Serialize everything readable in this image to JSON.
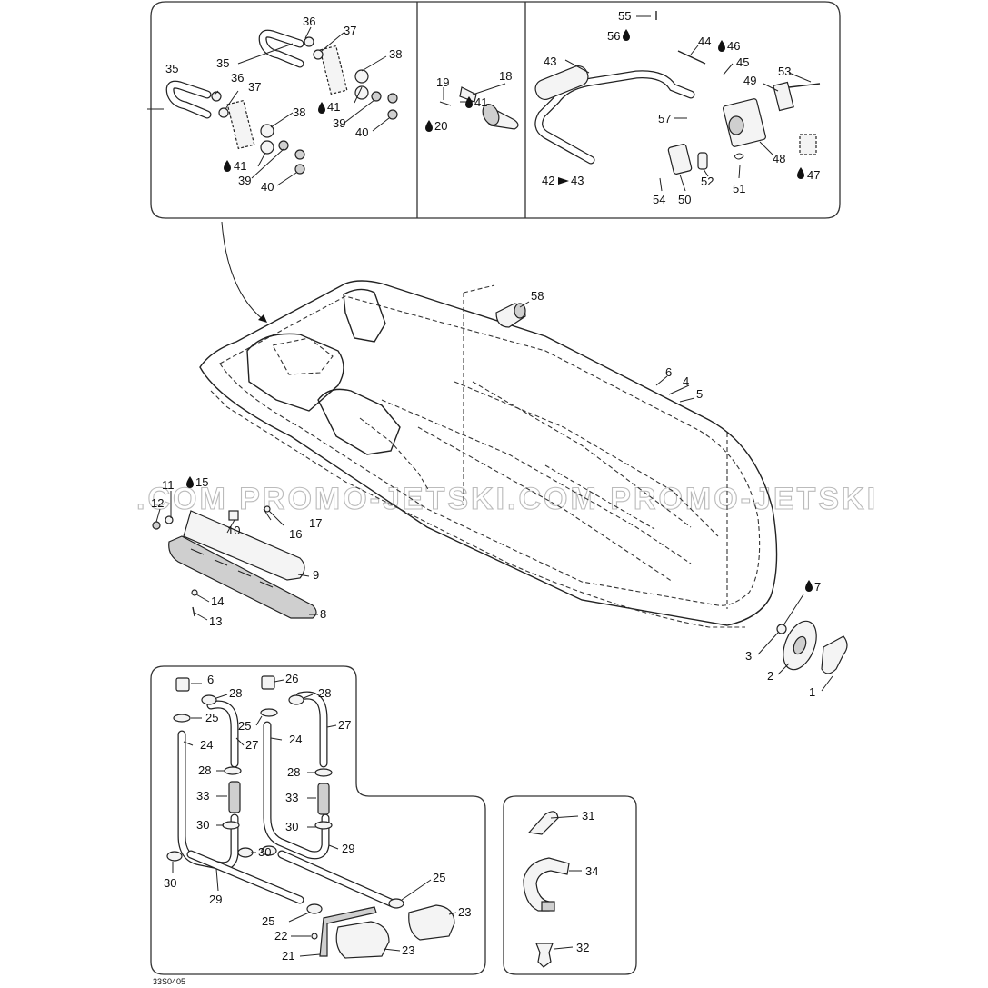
{
  "watermark": ".COM  PROMO-JETSKI.COM  PROMO-JETSKI",
  "drawing_code": "33S0405",
  "top_left_panel": {
    "labels": [
      "35",
      "36",
      "37",
      "38",
      "35",
      "36",
      "37",
      "41",
      "39",
      "40",
      "38",
      "41",
      "39",
      "40"
    ]
  },
  "top_middle_panel": {
    "labels": [
      "19",
      "18",
      "41",
      "20"
    ]
  },
  "top_right_panel": {
    "labels": [
      "55",
      "56",
      "43",
      "44",
      "46",
      "45",
      "53",
      "49",
      "57",
      "48",
      "42",
      "43",
      "54",
      "50",
      "52",
      "51",
      "47"
    ]
  },
  "hull_area": {
    "labels": [
      "58",
      "6",
      "4",
      "5",
      "11",
      "15",
      "12",
      "10",
      "16",
      "17",
      "9",
      "14",
      "13",
      "8",
      "7",
      "3",
      "2",
      "1"
    ]
  },
  "hose_panel": {
    "labels": [
      "6",
      "28",
      "25",
      "24",
      "27",
      "28",
      "33",
      "30",
      "30",
      "30",
      "29",
      "26",
      "28",
      "25",
      "27",
      "24",
      "28",
      "33",
      "30",
      "29",
      "25",
      "23",
      "25",
      "22",
      "21",
      "23"
    ]
  },
  "clip_panel": {
    "labels": [
      "31",
      "34",
      "32"
    ]
  }
}
